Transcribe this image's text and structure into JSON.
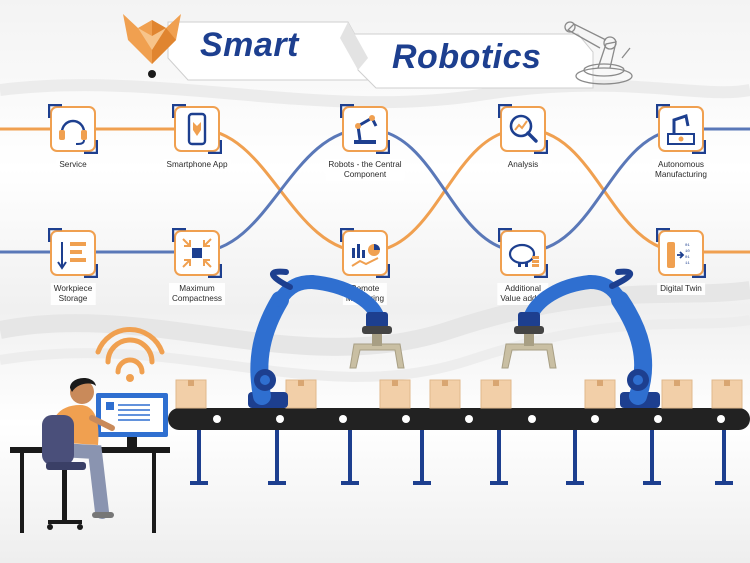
{
  "header": {
    "title_left": "Smart",
    "title_right": "Robotics",
    "logo_icon": "fox-logo-icon",
    "robot_sketch_icon": "robot-arm-sketch-icon"
  },
  "colors": {
    "orange": "#f0a050",
    "blue": "#5a78b8",
    "navy": "#1d3f8f",
    "robot_blue": "#2f6fd0",
    "box": "#f2cfa8",
    "belt": "#222222"
  },
  "top_row": [
    {
      "id": "service",
      "label": "Service",
      "icon": "headset-icon"
    },
    {
      "id": "smartphone",
      "label": "Smartphone App",
      "icon": "smartphone-icon"
    },
    {
      "id": "robots",
      "label": "Robots - the Central\nComponent",
      "icon": "robot-arm-icon"
    },
    {
      "id": "analysis",
      "label": "Analysis",
      "icon": "magnifier-chart-icon"
    },
    {
      "id": "autonomous",
      "label": "Autonomous\nManufacturing",
      "icon": "robot-station-icon"
    }
  ],
  "bottom_row": [
    {
      "id": "storage",
      "label": "Workpiece\nStorage",
      "icon": "storage-shelf-icon"
    },
    {
      "id": "compact",
      "label": "Maximum\nCompactness",
      "icon": "compress-arrows-icon"
    },
    {
      "id": "monitoring",
      "label": "Remote\nMonitoring",
      "icon": "monitoring-chart-icon"
    },
    {
      "id": "value",
      "label": "Additional\nValue added",
      "icon": "piggy-bank-icon"
    },
    {
      "id": "twin",
      "label": "Digital Twin",
      "icon": "digital-twin-icon"
    }
  ]
}
